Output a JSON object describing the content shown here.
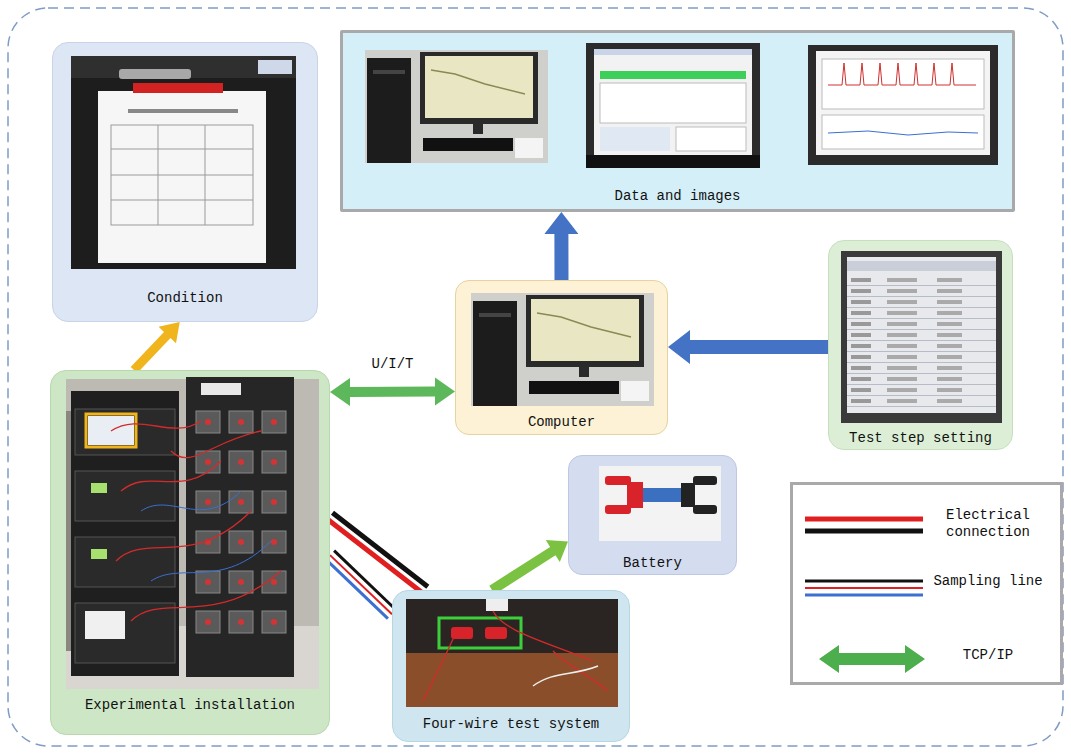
{
  "diagram": {
    "nodes": [
      {
        "text": [
          "Data and images"
        ]
      },
      {
        "text": [
          "Condition"
        ]
      },
      {
        "text": [
          "Computer"
        ]
      },
      {
        "text": [
          "Test step setting"
        ]
      },
      {
        "text": [
          "Experimental installation"
        ]
      },
      {
        "text": [
          "Battery"
        ]
      },
      {
        "text": [
          "Four-wire test system"
        ]
      }
    ],
    "edges": [
      {
        "from": 4,
        "to": 1,
        "arrow": "to"
      },
      {
        "from": 4,
        "to": 2,
        "label": "U/I/T",
        "arrow": "both"
      },
      {
        "from": 2,
        "to": 0,
        "arrow": "to"
      },
      {
        "from": 3,
        "to": 2,
        "arrow": "to"
      },
      {
        "from": 4,
        "to": 6,
        "arrow": "none"
      },
      {
        "from": 4,
        "to": 6,
        "arrow": "none"
      },
      {
        "from": 6,
        "to": 5,
        "arrow": "to"
      }
    ],
    "legend": [
      {
        "text": "Electrical connection"
      },
      {
        "text": "Sampling line"
      },
      {
        "text": "TCP/IP"
      }
    ]
  }
}
